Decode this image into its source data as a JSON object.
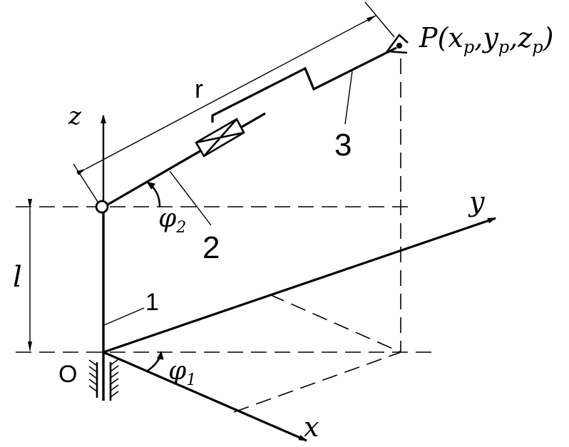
{
  "labels": {
    "z_axis": "z",
    "y_axis": "y",
    "x_axis": "x",
    "origin": "O",
    "height": "l",
    "length": "r",
    "angle1_sym": "φ",
    "angle1_sub": "1",
    "angle2_sym": "φ",
    "angle2_sub": "2",
    "link1": "1",
    "link2": "2",
    "link3": "3",
    "point": {
      "P": "P",
      "open": "(",
      "x": "x",
      "y": "y",
      "z": "z",
      "sub": "p",
      "comma": ",",
      "close": ")"
    }
  },
  "colors": {
    "stroke": "#000000",
    "background": "#ffffff"
  }
}
